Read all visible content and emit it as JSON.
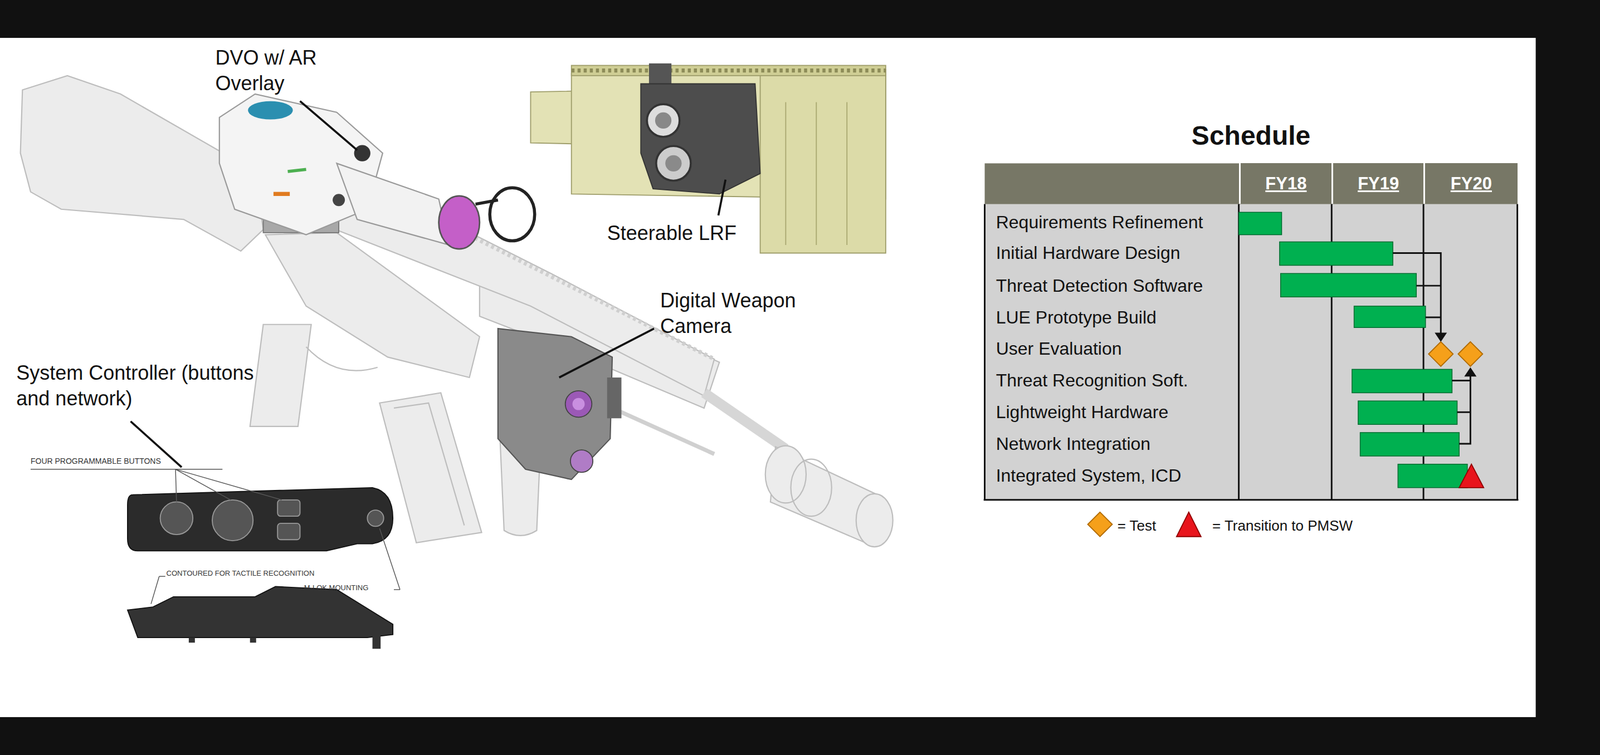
{
  "diagram": {
    "nodes": [
      {
        "text": [
          "Schedule"
        ]
      },
      {
        "text": [
          "FY18"
        ],
        "in": 0
      },
      {
        "text": [
          "FY19"
        ],
        "in": 0
      },
      {
        "text": [
          "FY20"
        ],
        "in": 0
      }
    ],
    "labels": [
      "DVO w/ AR Overlay",
      "Steerable LRF",
      "Digital Weapon Camera",
      "System Controller (buttons and network)",
      "FOUR PROGRAMMABLE BUTTONS",
      "CONTOURED FOR TACTILE RECOGNITION",
      "M-LOK MOUNTING",
      "Requirements Refinement",
      "Initial Hardware Design",
      "Threat Detection Software",
      "LUE Prototype Build",
      "User Evaluation",
      "Threat Recognition Soft.",
      "Lightweight Hardware",
      "Network Integration",
      "Integrated System, ICD"
    ],
    "legend": [
      {
        "text": "= Test"
      },
      {
        "text": "= Transition to PMSW"
      }
    ]
  }
}
